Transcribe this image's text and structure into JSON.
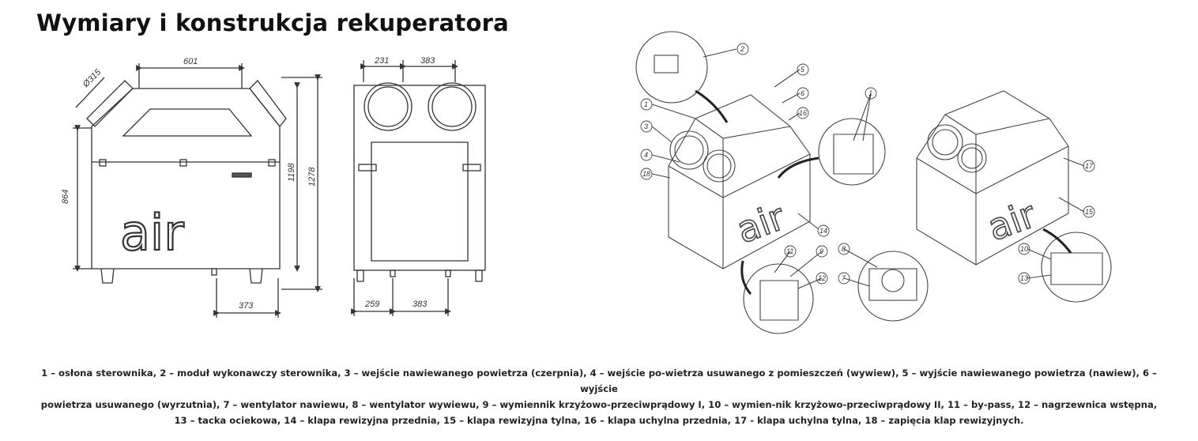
{
  "title": "Wymiary i konstrukcja rekuperatora",
  "front_view": {
    "dim_width_top": "601",
    "dim_diameter": "Ø315",
    "dim_height_body": "864",
    "dim_height_inner": "1198",
    "dim_height_total": "1278",
    "dim_bottom": "373",
    "logo_text": "air"
  },
  "side_view": {
    "dim_top_left": "231",
    "dim_top_right": "383",
    "dim_bottom_left": "259",
    "dim_bottom_right": "383"
  },
  "iso_left": {
    "callouts": [
      "2",
      "5",
      "6",
      "16",
      "1",
      "3",
      "4",
      "18",
      "14",
      "11",
      "9",
      "12",
      "8",
      "7"
    ],
    "detail_callout": "1",
    "logo_text": "air"
  },
  "iso_right": {
    "callouts": [
      "17",
      "15",
      "10",
      "13"
    ],
    "logo_text": "air"
  },
  "legend_lines": [
    "1 – osłona sterownika, 2 – moduł wykonawczy sterownika, 3 – wejście nawiewanego powietrza (czerpnia), 4 – wejście po-wietrza usuwanego z pomieszczeń (wywiew), 5 – wyjście nawiewanego powietrza (nawiew), 6 – wyjście",
    "powietrza usuwanego (wyrzutnia), 7 – wentylator nawiewu, 8 – wentylator wywiewu, 9 – wymiennik krzyżowo-przeciwprądowy I, 10 – wymien-nik krzyżowo-przeciwprądowy II, 11 – by-pass, 12 – nagrzewnica wstępna,",
    "13 – tacka ociekowa, 14 – klapa rewizyjna przednia, 15 – klapa rewizyjna tylna, 16 – klapa uchylna przednia, 17 - klapa uchylna tylna, 18 – zapięcia klap rewizyjnych."
  ]
}
